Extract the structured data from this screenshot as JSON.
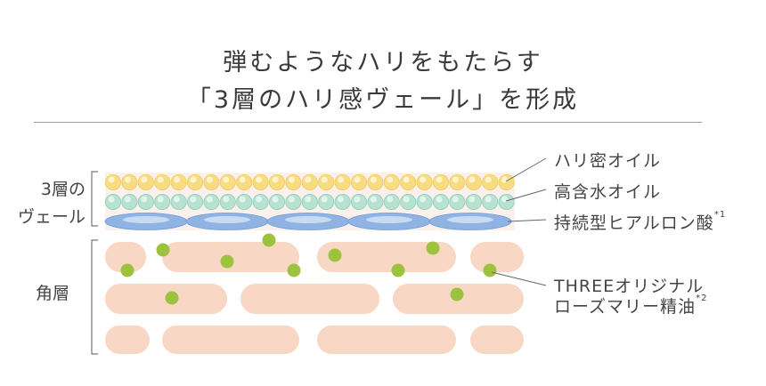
{
  "heading": {
    "line1": "弾むようなハリをもたらす",
    "line2": "「3層のハリ感ヴェール」を形成"
  },
  "left_labels": {
    "veil_line1": "3層の",
    "veil_line2": "ヴェール",
    "stratum": "角層"
  },
  "right_labels": {
    "oil1": "ハリ密オイル",
    "oil2": "高含水オイル",
    "oil3": "持続型ヒアルロン酸",
    "oil3_note": "*1",
    "oil4_line1": "THREEオリジナル",
    "oil4_line2": "ローズマリー精油",
    "oil4_note": "*2"
  },
  "colors": {
    "yellow_dot": "#f7dc82",
    "green_dot": "#b7e2d2",
    "blue_oval": "#8fb4e3",
    "cell": "#f8d8c4",
    "rosemary_dot": "#9cc23e",
    "veil_bg": "#fbf1ec"
  }
}
